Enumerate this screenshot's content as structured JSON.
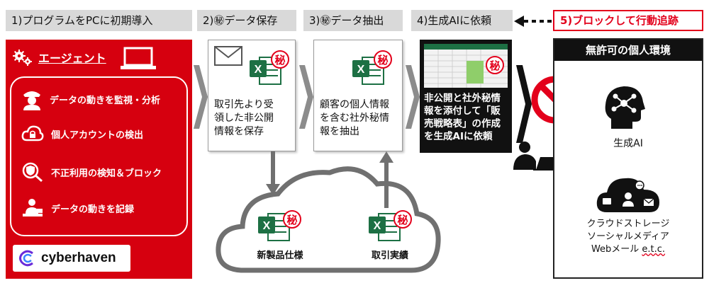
{
  "steps": [
    {
      "label": "1)プログラムをPCに初期導入"
    },
    {
      "label": "2)㊙データ保存"
    },
    {
      "label": "3)㊙データ抽出"
    },
    {
      "label": "4)生成AIに依頼"
    },
    {
      "label": "5)ブロックして行動追跡"
    }
  ],
  "agent": {
    "title": "エージェント",
    "features": [
      {
        "label": "データの動きを監視・分析",
        "icon": "guard-icon"
      },
      {
        "label": "個人アカウントの検出",
        "icon": "cloud-lock-icon"
      },
      {
        "label": "不正利用の検知＆ブロック",
        "icon": "shield-search-icon"
      },
      {
        "label": "データの動きを記録",
        "icon": "person-desk-icon"
      }
    ],
    "brand": "cyberhaven"
  },
  "step2": {
    "text": [
      "取引先より受",
      "領した非公開",
      "情報を保存"
    ]
  },
  "step3": {
    "text": [
      "顧客の個人情報",
      "を含む社外秘情",
      "報を抽出"
    ]
  },
  "step4": {
    "text": [
      "非公開と社外秘情",
      "報を添付して「販",
      "売戦略表」の作成",
      "を生成AIに依頼"
    ]
  },
  "cloud": {
    "files": [
      {
        "label": "新製品仕様"
      },
      {
        "label": "取引実績"
      }
    ]
  },
  "environment": {
    "title": "無許可の個人環境",
    "ai_label": "生成AI",
    "services": [
      "クラウドストレージ",
      "ソーシャルメディア"
    ],
    "services_last_prefix": "Webメール",
    "services_last_suffix": "e.t.c."
  },
  "secret_mark": "秘",
  "excel_mark": "X",
  "colors": {
    "brand_red": "#d6000f",
    "alert_red": "#e3001b",
    "excel_green": "#1d7044",
    "step_bg": "#d9d9d9"
  }
}
